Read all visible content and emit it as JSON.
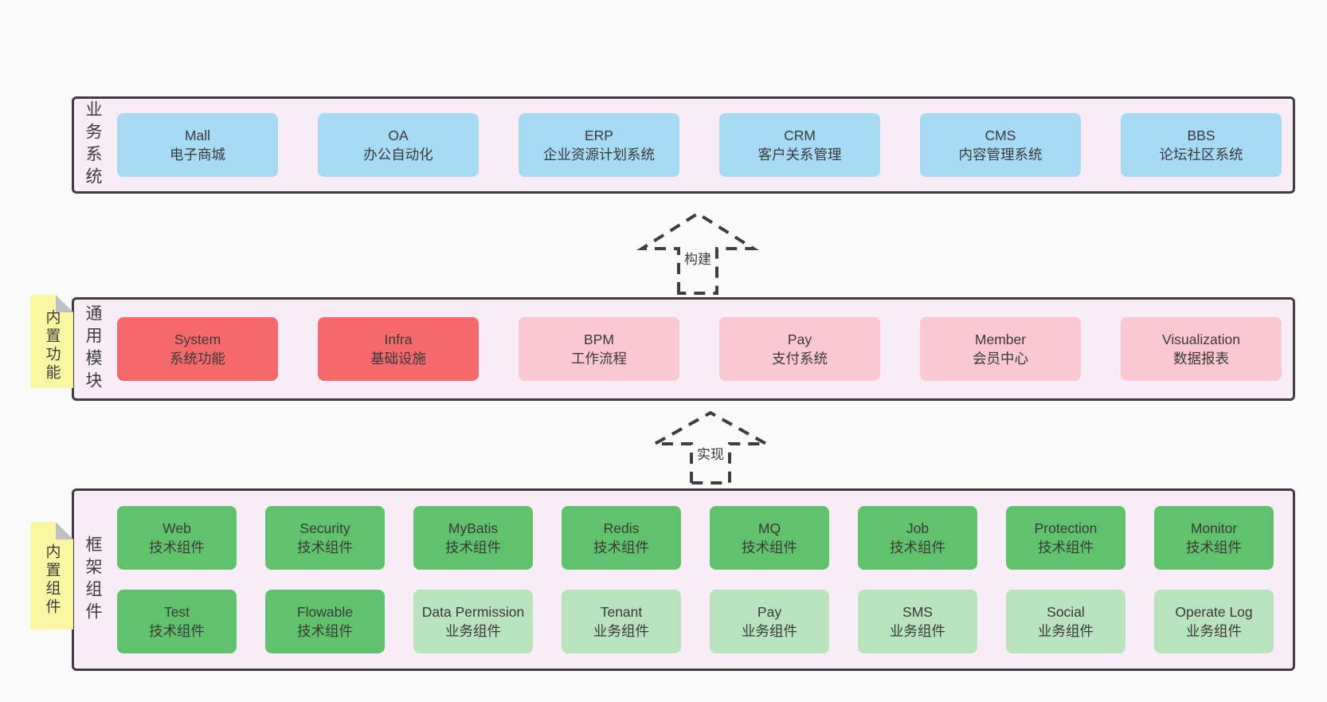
{
  "colors": {
    "page_bg": "#fafafa",
    "band_bg": "#f8edf7",
    "border": "#3e3e42",
    "blue": "#a7daf3",
    "red": "#f5696c",
    "pink": "#f9c8d2",
    "green": "#60c26c",
    "light_green": "#b9e3bd",
    "sticky": "#faf7a2"
  },
  "arrows": [
    {
      "label": "构建"
    },
    {
      "label": "实现"
    }
  ],
  "bands": [
    {
      "id": "business-systems",
      "label": "业务系统",
      "boxes": [
        {
          "title": "Mall",
          "subtitle": "电子商城",
          "variant": "blue"
        },
        {
          "title": "OA",
          "subtitle": "办公自动化",
          "variant": "blue"
        },
        {
          "title": "ERP",
          "subtitle": "企业资源计划系统",
          "variant": "blue"
        },
        {
          "title": "CRM",
          "subtitle": "客户关系管理",
          "variant": "blue"
        },
        {
          "title": "CMS",
          "subtitle": "内容管理系统",
          "variant": "blue"
        },
        {
          "title": "BBS",
          "subtitle": "论坛社区系统",
          "variant": "blue"
        }
      ]
    },
    {
      "id": "common-modules",
      "label": "通用模块",
      "sticky": "内置功能",
      "boxes": [
        {
          "title": "System",
          "subtitle": "系统功能",
          "variant": "red"
        },
        {
          "title": "Infra",
          "subtitle": "基础设施",
          "variant": "red"
        },
        {
          "title": "BPM",
          "subtitle": "工作流程",
          "variant": "pink"
        },
        {
          "title": "Pay",
          "subtitle": "支付系统",
          "variant": "pink"
        },
        {
          "title": "Member",
          "subtitle": "会员中心",
          "variant": "pink"
        },
        {
          "title": "Visualization",
          "subtitle": "数据报表",
          "variant": "pink"
        }
      ]
    },
    {
      "id": "framework-components",
      "label": "框架组件",
      "sticky": "内置组件",
      "rows": [
        [
          {
            "title": "Web",
            "subtitle": "技术组件",
            "variant": "green"
          },
          {
            "title": "Security",
            "subtitle": "技术组件",
            "variant": "green"
          },
          {
            "title": "MyBatis",
            "subtitle": "技术组件",
            "variant": "green"
          },
          {
            "title": "Redis",
            "subtitle": "技术组件",
            "variant": "green"
          },
          {
            "title": "MQ",
            "subtitle": "技术组件",
            "variant": "green"
          },
          {
            "title": "Job",
            "subtitle": "技术组件",
            "variant": "green"
          },
          {
            "title": "Protection",
            "subtitle": "技术组件",
            "variant": "green"
          },
          {
            "title": "Monitor",
            "subtitle": "技术组件",
            "variant": "green"
          }
        ],
        [
          {
            "title": "Test",
            "subtitle": "技术组件",
            "variant": "green"
          },
          {
            "title": "Flowable",
            "subtitle": "技术组件",
            "variant": "green"
          },
          {
            "title": "Data Permission",
            "subtitle": "业务组件",
            "variant": "lightgreen"
          },
          {
            "title": "Tenant",
            "subtitle": "业务组件",
            "variant": "lightgreen"
          },
          {
            "title": "Pay",
            "subtitle": "业务组件",
            "variant": "lightgreen"
          },
          {
            "title": "SMS",
            "subtitle": "业务组件",
            "variant": "lightgreen"
          },
          {
            "title": "Social",
            "subtitle": "业务组件",
            "variant": "lightgreen"
          },
          {
            "title": "Operate Log",
            "subtitle": "业务组件",
            "variant": "lightgreen"
          }
        ]
      ]
    }
  ]
}
